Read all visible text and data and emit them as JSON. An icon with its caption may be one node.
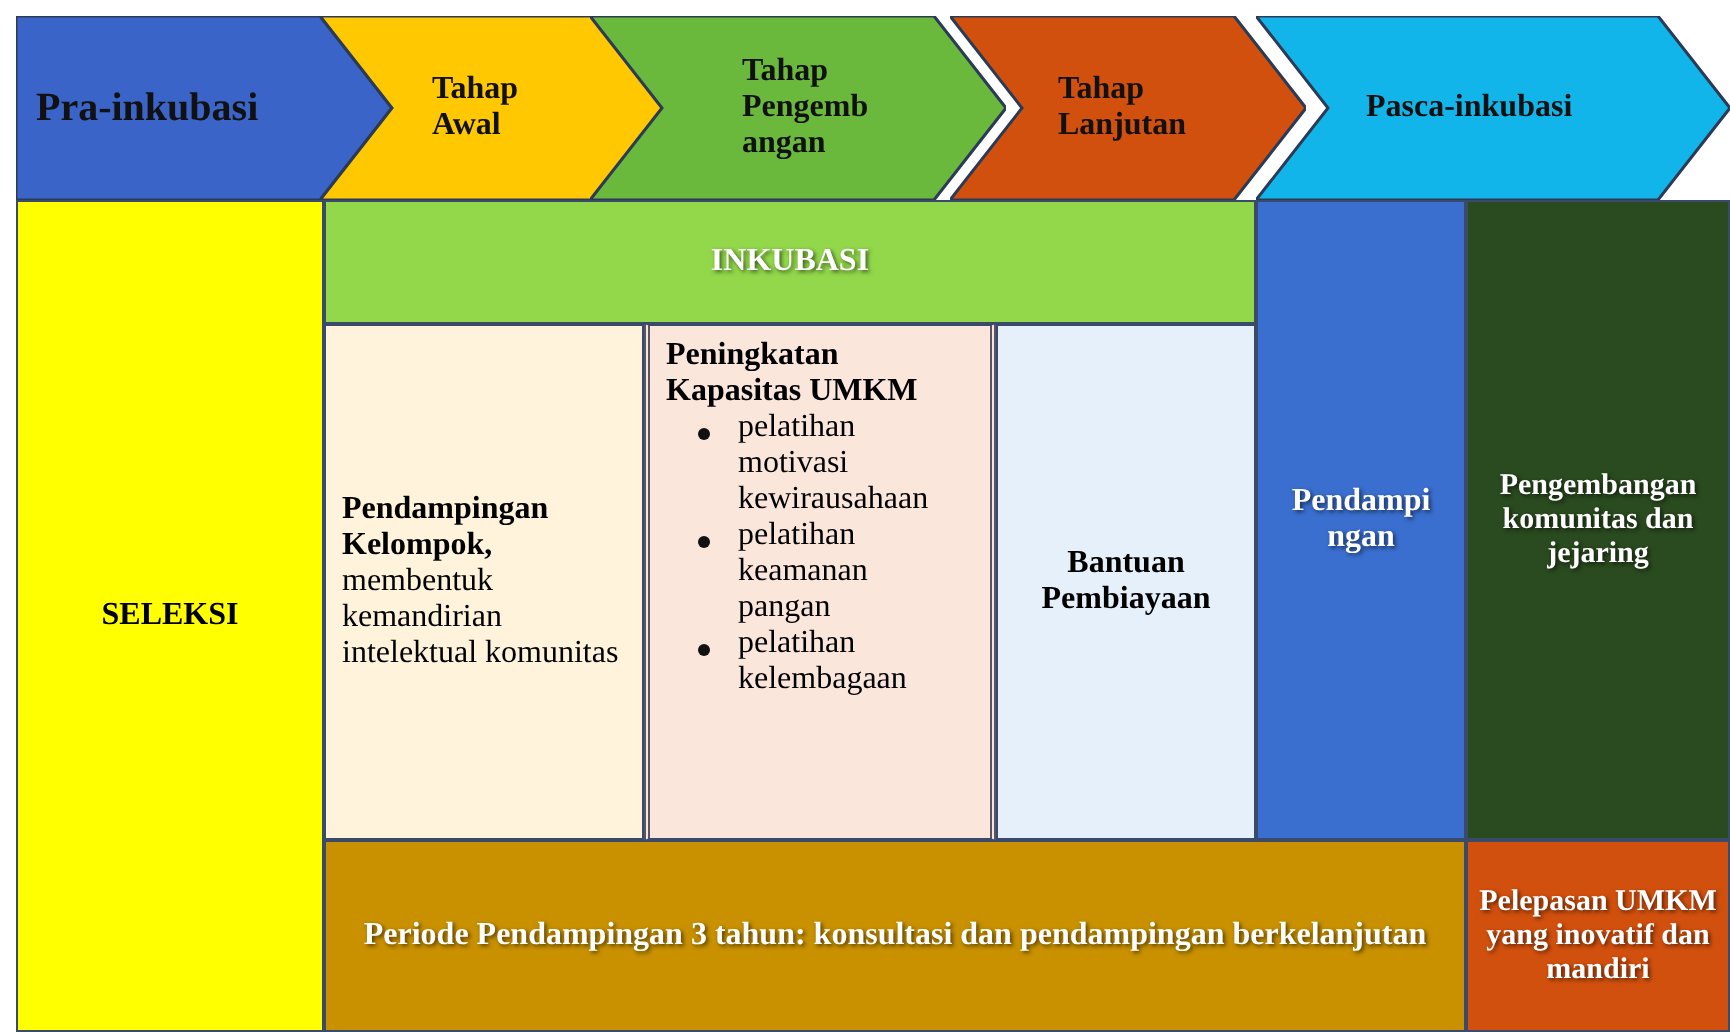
{
  "diagram": {
    "nodes": [
      {
        "text": [
          "Pra-inkubasi"
        ]
      },
      {
        "text": [
          "Tahap Awal"
        ]
      },
      {
        "text": [
          "Tahap Pengemb angan"
        ]
      },
      {
        "text": [
          "Tahap Lanjutan"
        ]
      },
      {
        "text": [
          "Pasca-inkubasi"
        ]
      },
      {
        "text": [
          "SELEKSI"
        ]
      },
      {
        "text": [
          "INKUBASI"
        ]
      },
      {
        "text": [
          "**Pendampingan Kelompok,** membentuk kemandirian intelektual komunitas"
        ]
      },
      {
        "text": [
          "Peningkatan Kapasitas UMKM",
          "pelatihan motivasi kewirausahaan",
          "pelatihan keamanan pangan",
          "pelatihan kelembagaan"
        ]
      },
      {
        "text": [
          "Bantuan Pembiayaan"
        ]
      },
      {
        "text": [
          "Pendampi ngan"
        ]
      },
      {
        "text": [
          "Pengembangan komunitas dan jejaring"
        ]
      },
      {
        "text": [
          "Periode Pendampingan 3 tahun: konsultasi dan pendampingan berkelanjutan"
        ]
      },
      {
        "text": [
          "Pelepasan UMKM yang inovatif dan mandiri"
        ]
      }
    ],
    "edges": []
  }
}
